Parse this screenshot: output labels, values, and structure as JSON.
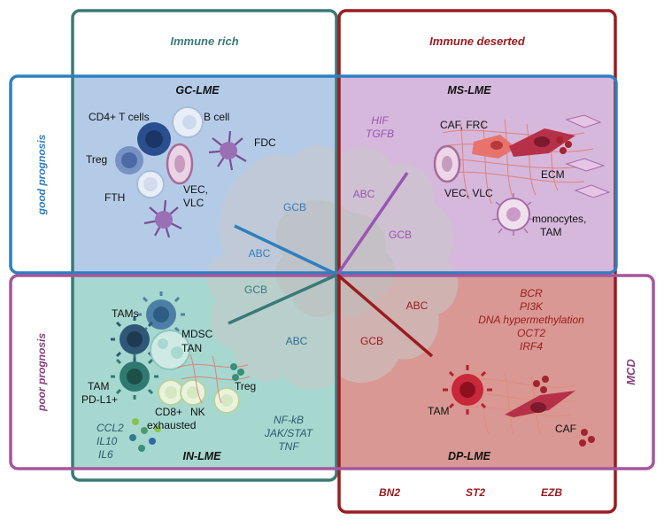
{
  "columns": {
    "left_title": "Immune rich",
    "right_title": "Immune deserted"
  },
  "rows": {
    "top_label": "good prognosis",
    "bottom_label": "poor prognosis"
  },
  "right_side_label": "MCD",
  "bottom_labels": [
    "BN2",
    "ST2",
    "EZB"
  ],
  "quadrants": {
    "gc": {
      "title": "GC-LME",
      "cells": [
        "CD4+ T cells",
        "B cell",
        "Treg",
        "FDC",
        "FTH",
        "VEC,",
        "VLC"
      ]
    },
    "ms": {
      "title": "MS-LME",
      "genes": [
        "HIF",
        "TGFB"
      ],
      "cells": [
        "CAF, FRC",
        "ECM",
        "VEC, VLC",
        "monocytes,",
        "TAM"
      ]
    },
    "in": {
      "title": "IN-LME",
      "cells": [
        "TAMs",
        "MDSC",
        "TAN",
        "TAM",
        "PD-L1+",
        "Treg",
        "CD8+",
        "NK",
        "exhausted"
      ],
      "genes_left": [
        "CCL2",
        "IL10",
        "IL6"
      ],
      "genes_right": [
        "NF-kB",
        "JAK/STAT",
        "TNF"
      ]
    },
    "dp": {
      "title": "DP-LME",
      "genes": [
        "BCR",
        "PI3K",
        "DNA hypermethylation",
        "OCT2",
        "IRF4"
      ],
      "cells": [
        "TAM",
        "CAF"
      ]
    }
  },
  "axis_labels": {
    "gcb_1": "GCB",
    "abc_1": "ABC",
    "abc_2": "ABC",
    "gcb_2": "GCB",
    "gcb_3": "GCB",
    "abc_3": "ABC",
    "abc_4": "ABC",
    "gcb_4": "GCB"
  },
  "colors": {
    "teal_border": "#3a7a78",
    "red_border": "#9b1c20",
    "blue_border": "#2f7fbf",
    "purple_border": "#a5569c",
    "gc_fill": "#b4cbe8",
    "ms_fill": "#d6b8dc",
    "in_fill": "#a6d8d0",
    "dp_fill": "#d99893",
    "teal_text": "#3a7a78",
    "red_text": "#9b1c20",
    "blue_text": "#2f7fbf",
    "purple_text": "#8a3f82"
  }
}
